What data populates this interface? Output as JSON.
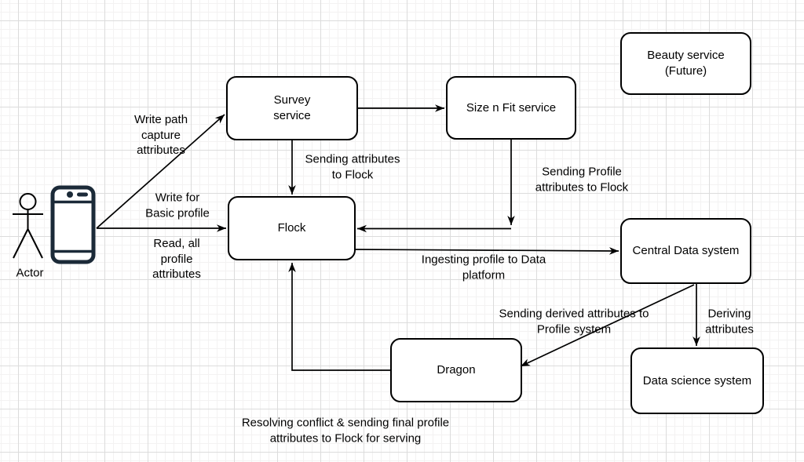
{
  "canvas": {
    "background": "#ffffff",
    "grid_minor_color": "#f3f2f2",
    "grid_major_color": "#dcdcdc",
    "line_color": "#000000",
    "phone_color": "#1b2a38"
  },
  "nodes": {
    "survey": {
      "label": "Survey\nservice"
    },
    "sizefit": {
      "label": "Size n Fit service"
    },
    "beauty": {
      "label": "Beauty service\n(Future)"
    },
    "flock": {
      "label": "Flock"
    },
    "central": {
      "label": "Central Data system"
    },
    "dragon": {
      "label": "Dragon"
    },
    "datascience": {
      "label": "Data science system"
    }
  },
  "actor": {
    "label": "Actor"
  },
  "edge_labels": {
    "write_path": "Write path\ncapture\nattributes",
    "write_basic": "Write for\nBasic profile",
    "read_all": "Read, all\nprofile\nattributes",
    "sending_attributes": "Sending attributes\nto Flock",
    "sending_profile": "Sending Profile\nattributes to Flock",
    "ingesting": "Ingesting profile to Data\nplatform",
    "sending_derived": "Sending derived attributes to\nProfile system",
    "deriving": "Deriving\nattributes",
    "resolving": "Resolving conflict & sending final profile\nattributes to Flock for serving"
  }
}
